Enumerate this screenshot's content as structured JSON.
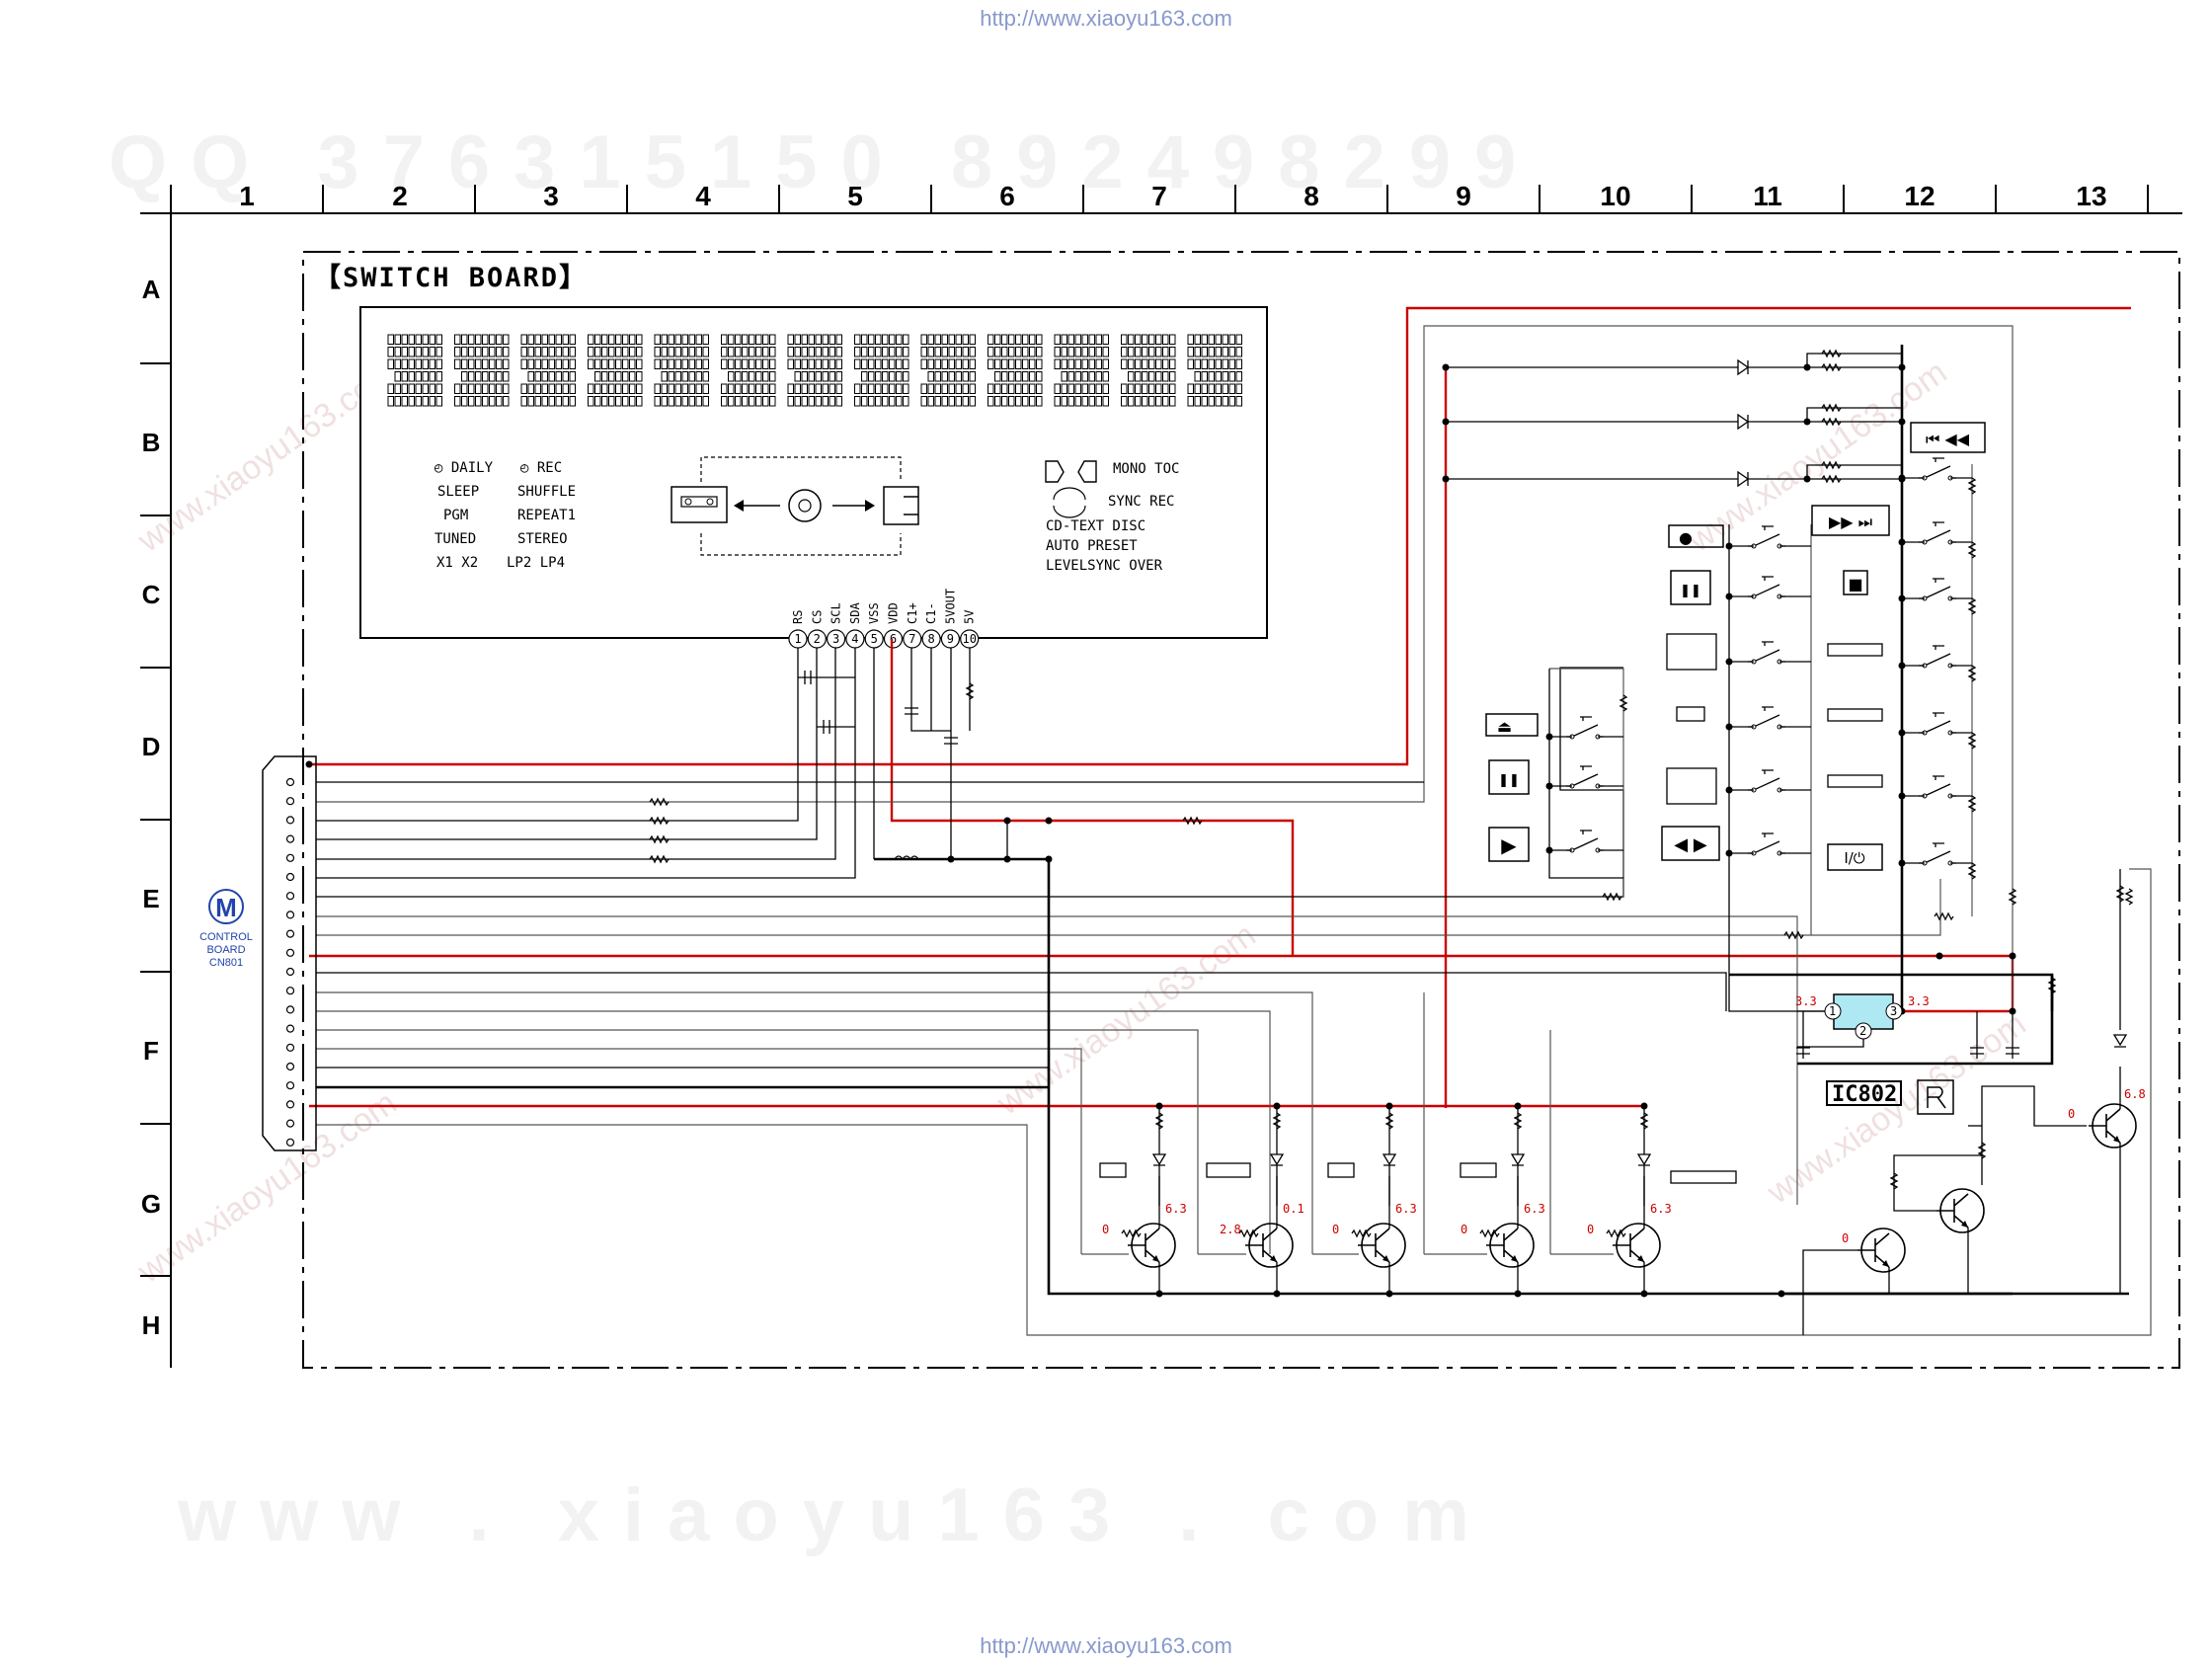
{
  "urls": {
    "top": "http://www.xiaoyu163.com",
    "bottom": "http://www.xiaoyu163.com"
  },
  "watermarks": {
    "top_digits": "QQ 376315150   892498299",
    "bottom": "www . xiaoyu163 . com",
    "diagonal_text": "www.xiaoyu163.com"
  },
  "grid": {
    "columns": [
      "1",
      "2",
      "3",
      "4",
      "5",
      "6",
      "7",
      "8",
      "9",
      "10",
      "11",
      "12",
      "13"
    ],
    "rows": [
      "A",
      "B",
      "C",
      "D",
      "E",
      "F",
      "G",
      "H"
    ]
  },
  "board_title": "【SWITCH BOARD】",
  "display": {
    "indicators_left": [
      [
        "◴ DAILY",
        "◴ REC"
      ],
      [
        "SLEEP",
        "SHUFFLE"
      ],
      [
        "PGM",
        "REPEAT1"
      ],
      [
        "TUNED",
        "STEREO"
      ],
      [
        "X1 X2",
        "LP2 LP4"
      ]
    ],
    "indicators_right": [
      "MONO   TOC",
      "SYNC  REC",
      "CD-TEXT  DISC",
      "AUTO  PRESET",
      "LEVELSYNC OVER"
    ],
    "pin_labels": [
      "RS",
      "CS",
      "SCL",
      "SDA",
      "VSS",
      "VDD",
      "C1+",
      "C1-",
      "5VOUT",
      "5V"
    ],
    "pin_numbers": [
      "1",
      "2",
      "3",
      "4",
      "5",
      "6",
      "7",
      "8",
      "9",
      "10"
    ]
  },
  "connector": {
    "symbol": "M",
    "line1": "CONTROL",
    "line2": "BOARD",
    "line3": "CN801"
  },
  "ic": {
    "label": "IC802",
    "pins": [
      "1",
      "2",
      "3"
    ],
    "volt_left": "3.3",
    "volt_right": "3.3"
  },
  "button_symbols": {
    "prev": "⏮ ◀◀",
    "next": "▶▶ ⏭",
    "rec": "●",
    "pause": "❚❚",
    "stop": "■",
    "eject": "⏏",
    "play": "▶",
    "play_pause": "❚❚",
    "dir": "◀ ▶",
    "power": "I/⏻"
  },
  "transistor_voltages": [
    {
      "base": "0",
      "collector": "6.3"
    },
    {
      "base": "2.8",
      "collector": "0.1"
    },
    {
      "base": "0",
      "collector": "6.3"
    },
    {
      "base": "0",
      "collector": "6.3"
    },
    {
      "base": "0",
      "collector": "6.3"
    }
  ],
  "right_transistors": [
    {
      "base": "0",
      "collector": "6.8"
    },
    {
      "base": "0",
      "collector": ""
    }
  ],
  "colors": {
    "power_trace": "#cc0000",
    "ic_fill": "#aee8f2",
    "connector_blue": "#2244aa"
  }
}
